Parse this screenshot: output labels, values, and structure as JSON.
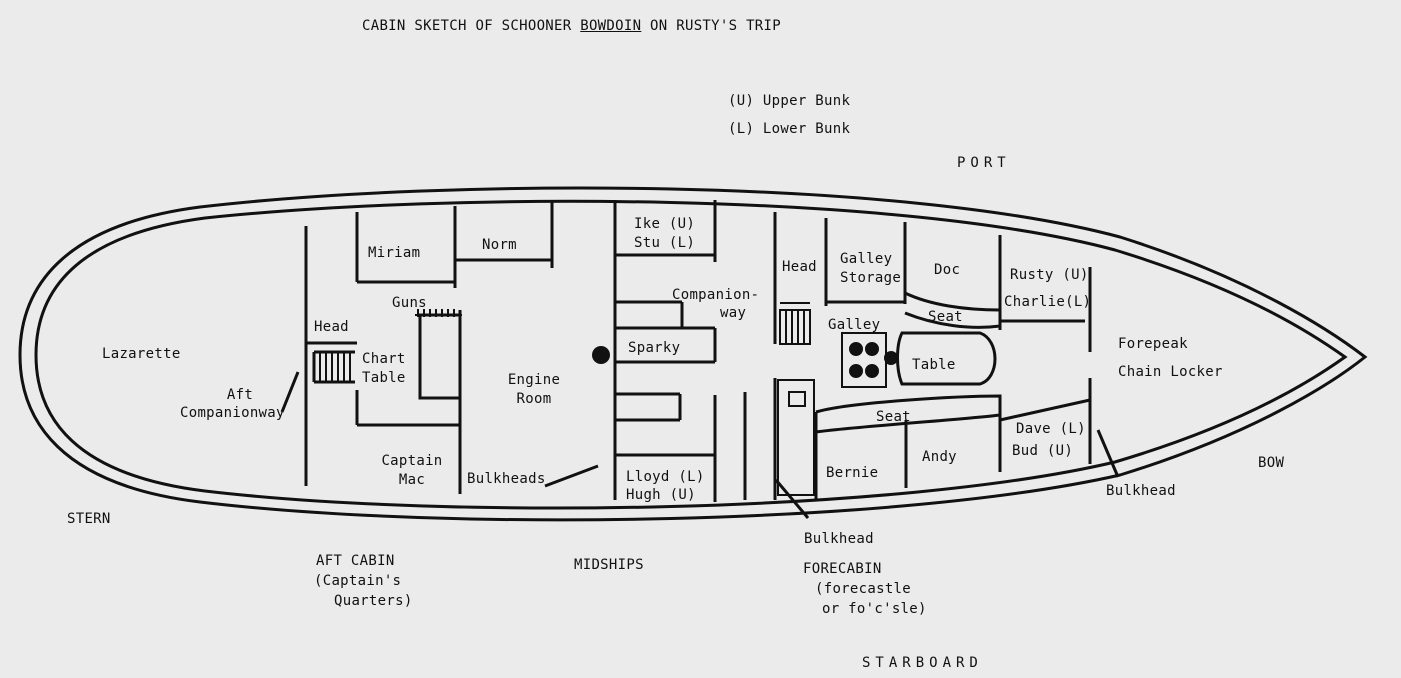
{
  "title": {
    "prefix": "CABIN SKETCH OF SCHOONER ",
    "ship": "BOWDOIN",
    "suffix": " ON RUSTY'S TRIP"
  },
  "legend": {
    "upper": "(U) Upper Bunk",
    "lower": "(L) Lower Bunk"
  },
  "directions": {
    "port": "PORT",
    "starboard": "STARBOARD",
    "stern": "STERN",
    "bow": "BOW"
  },
  "sections": {
    "aft": [
      "AFT CABIN",
      "(Captain's",
      "Quarters)"
    ],
    "midships": "MIDSHIPS",
    "fore": [
      "FORECABIN",
      "(forecastle",
      "or fo'c'sle)"
    ]
  },
  "rooms": {
    "lazarette": "Lazarette",
    "aft_companionway": [
      "Aft",
      "Companionway"
    ],
    "head_aft": "Head",
    "chart_table": [
      "Chart",
      "Table"
    ],
    "guns": "Guns",
    "miriam": "Miriam",
    "norm": "Norm",
    "captain_mac": [
      "Captain",
      "Mac"
    ],
    "engine_room": [
      "Engine",
      "Room"
    ],
    "ike_stu": [
      "Ike (U)",
      "Stu (L)"
    ],
    "sparky": "Sparky",
    "lloyd_hugh": [
      "Lloyd (L)",
      "Hugh (U)"
    ],
    "companionway": [
      "Companion-",
      "way"
    ],
    "head_fore": "Head",
    "galley_storage": [
      "Galley",
      "Storage"
    ],
    "galley": "Galley",
    "doc": "Doc",
    "seat_top": "Seat",
    "table": "Table",
    "seat_bottom": "Seat",
    "rusty_charlie": [
      "Rusty (U)",
      "Charlie(L)"
    ],
    "bernie": "Bernie",
    "andy": "Andy",
    "dave_bud": [
      "Dave (L)",
      "Bud (U)"
    ],
    "forepeak": [
      "Forepeak",
      "Chain Locker"
    ]
  },
  "annotations": {
    "bulkheads": "Bulkheads",
    "bulkhead_bottom": "Bulkhead",
    "bulkhead_right": "Bulkhead"
  }
}
